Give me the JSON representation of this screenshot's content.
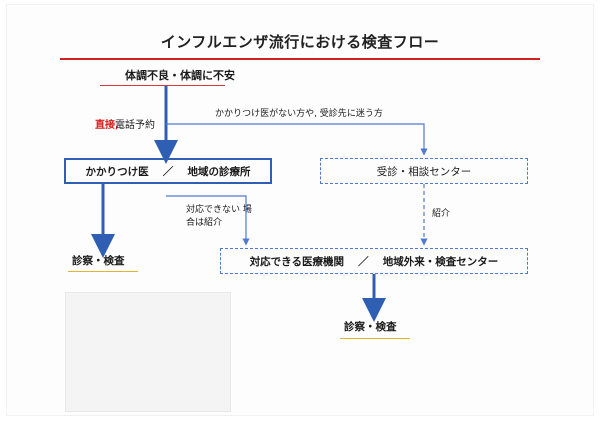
{
  "title": "インフルエンザ流行における検査フロー",
  "start": {
    "label": "体調不良・体調に不安"
  },
  "route_left": {
    "direct": "直接,",
    "reservation": "電話予約"
  },
  "route_right": {
    "note": "かかりつけ医がない方や, 受診先に迷う方"
  },
  "boxes": {
    "family_doctor": "かかりつけ医　 ／　 地域の診療所",
    "consult_center": "受診・相談センター",
    "hospital": "対応できる医療機関　 ／ 　地域外来・検査センター"
  },
  "notes": {
    "unable": "対応できない 場合は紹介",
    "introduction": "紹介"
  },
  "results": {
    "left": "診察・検査",
    "right": "診察・検査"
  },
  "colors": {
    "title_rule": "#d32020",
    "primary_blue": "#2f5fb3",
    "dash_blue": "#4f7ad0",
    "result_underline": "#e1b530",
    "accent_red": "#d41c1c"
  }
}
